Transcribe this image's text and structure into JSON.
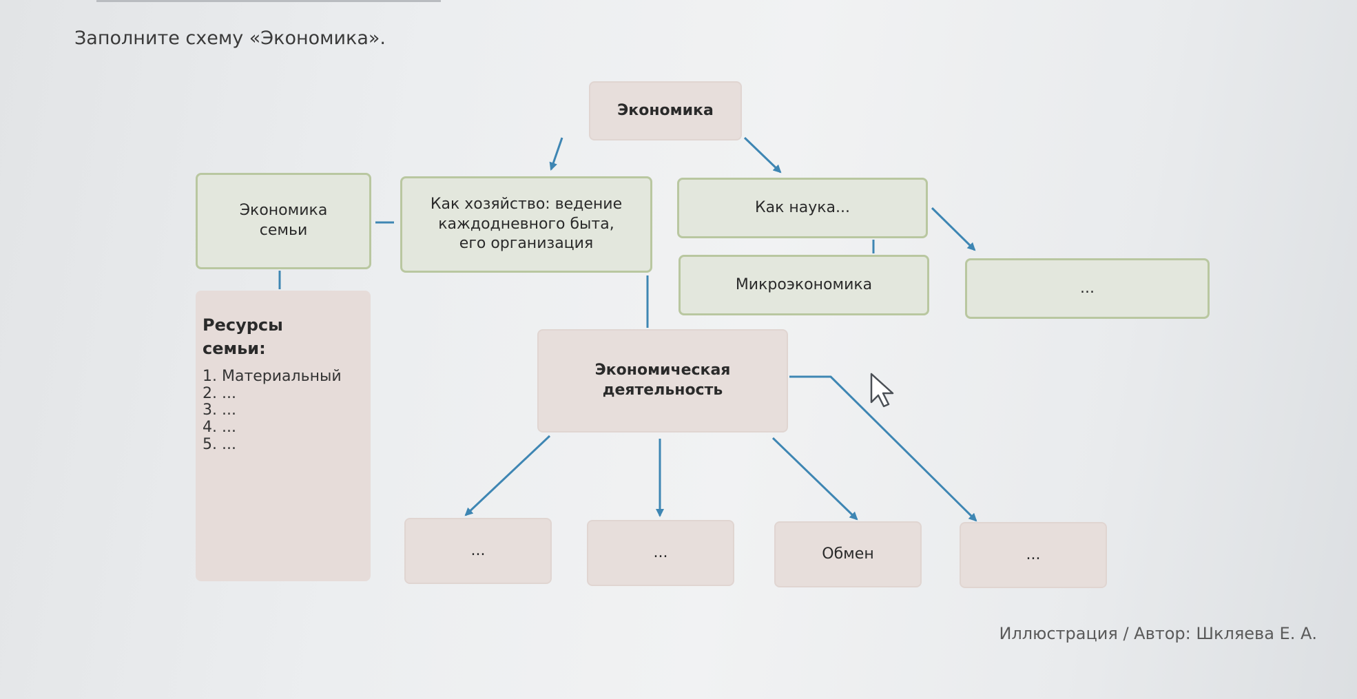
{
  "instruction": "Заполните схему «Экономика».",
  "caption": "Иллюстрация / Автор: Шкляева Е. А.",
  "colors": {
    "arrow": "#3e86b3",
    "green_border": "#b9c7a0",
    "green_fill": "#e3e7dd",
    "pink_fill": "#e7dedb"
  },
  "nodes": {
    "economy": "Экономика",
    "family_economy": "Экономика\nсемьи",
    "as_household": "Как хозяйство: ведение\nкаждодневного быта,\nего организация",
    "as_science": "Как наука...",
    "microeconomics": "Микроэкономика",
    "science_blank": "...",
    "economic_activity": "Экономическая\nдеятельность",
    "activity_1": "...",
    "activity_2": "...",
    "exchange": "Обмен",
    "activity_4": "..."
  },
  "family_resources": {
    "title": "Ресурсы\nсемьи:",
    "items": [
      "1. Материальный",
      "2. ...",
      "3. ...",
      "4. ...",
      "5. ..."
    ]
  },
  "icons": [
    "mouse-pointer-icon"
  ]
}
